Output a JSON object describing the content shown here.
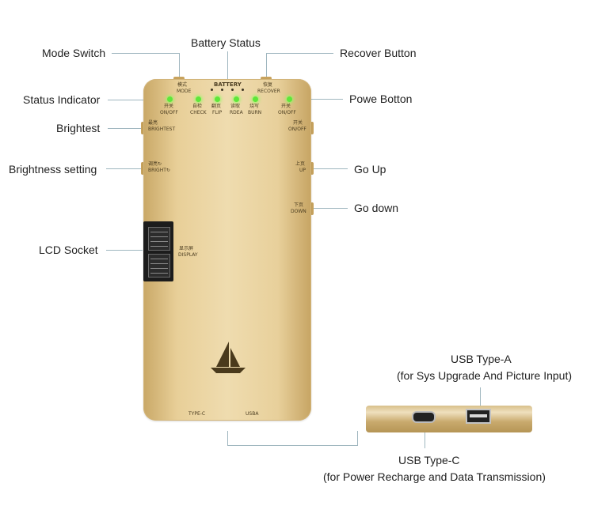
{
  "callouts": {
    "mode_switch": "Mode Switch",
    "battery_status": "Battery Status",
    "recover_button": "Recover Button",
    "status_indicator": "Status Indicator",
    "power_button": "Powe Botton",
    "brightest": "Brightest",
    "brightness_setting": "Brightness setting",
    "go_up": "Go Up",
    "go_down": "Go down",
    "lcd_socket": "LCD Socket",
    "usb_type_a": "USB Type-A",
    "usb_type_a_desc": "(for Sys Upgrade And Picture Input)",
    "usb_type_c": "USB Type-C",
    "usb_type_c_desc": "(for Power Recharge and Data Transmission)"
  },
  "device_print": {
    "mode_cn": "模式",
    "mode": "MODE",
    "battery": "BATTERY",
    "recover_cn": "恢复",
    "recover": "RECOVER",
    "leds": [
      {
        "cn": "开关",
        "en": "ON/OFF"
      },
      {
        "cn": "自检",
        "en": "CHECK"
      },
      {
        "cn": "翻页",
        "en": "FLIP"
      },
      {
        "cn": "读取",
        "en": "RDEA"
      },
      {
        "cn": "烧写",
        "en": "BURN"
      },
      {
        "cn": "开关",
        "en": "ON/OFF"
      }
    ],
    "brightest_cn": "最亮",
    "brightest": "BRIGHTEST",
    "onoff_cn": "开关",
    "onoff": "ON/OFF",
    "bright_set_cn": "调亮↻",
    "bright_set": "BRIGHT↻",
    "up_cn": "上页",
    "up": "UP",
    "down_cn": "下页",
    "down": "DOWN",
    "display_cn": "显示屏",
    "display": "DISPLAY",
    "type_c": "TYPE-C",
    "usba": "USBA"
  },
  "colors": {
    "led_green": "#5ee63a",
    "body_gold": "#e8cf98",
    "leader": "#9fb6bf"
  },
  "icons": [
    "sailboat-logo-icon",
    "usb-c-port-icon",
    "usb-a-port-icon"
  ]
}
